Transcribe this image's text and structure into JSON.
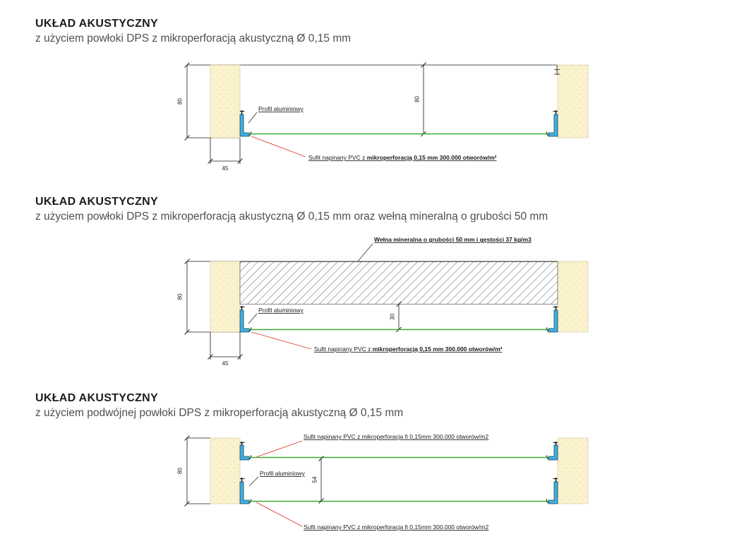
{
  "colors": {
    "wall_yellow": "#fbf3ce",
    "profile_blue": "#41aedf",
    "pvc_green": "#3aaa35",
    "leader_red": "#e23a2e",
    "line_dark": "#1a1a1a"
  },
  "sections": [
    {
      "title": "UKŁAD AKUSTYCZNY",
      "subtitle": "z użyciem powłoki DPS z mikroperforacją akustyczną Ø 0,15 mm",
      "labels": {
        "profil": "Profil aluminiowy",
        "sufit_prefix": "Sufit napinany PVC z ",
        "sufit_bold": "mikroperforacją 0,15 mm 300.000 otworów/m²"
      },
      "dims": {
        "wall_height": "80",
        "plenum_height": "80",
        "wall_width": "45"
      }
    },
    {
      "title": "UKŁAD AKUSTYCZNY",
      "subtitle": "z użyciem powłoki DPS z mikroperforacją akustyczną Ø 0,15 mm oraz wełną mineralną o grubości 50 mm",
      "labels": {
        "welna": "Wełna mineralna o grubości 50 mm i gęstości 37 kg/m3",
        "profil": "Profil aluminiowy",
        "sufit_prefix": "Sufit napinany PVC z ",
        "sufit_bold": "mikroperforacją 0,15 mm 300.000 otworów/m²"
      },
      "dims": {
        "wall_height": "80",
        "air_gap": "30",
        "wall_width": "45"
      }
    },
    {
      "title": "UKŁAD AKUSTYCZNY",
      "subtitle": "z użyciem podwójnej powłoki DPS z mikroperforacją akustyczną Ø 0,15 mm",
      "labels": {
        "sufit_top": "Sufit napinany PVC z mikroperforacja fi 0,15mm 300.000 otworów/m2",
        "profil": "Profil aluminiowy",
        "sufit_bottom": "Sufit napinany PVC z mikroperforacja fi 0,15mm 300.000 otworów/m2"
      },
      "dims": {
        "wall_height": "80",
        "interlayer_gap": "54"
      }
    }
  ]
}
